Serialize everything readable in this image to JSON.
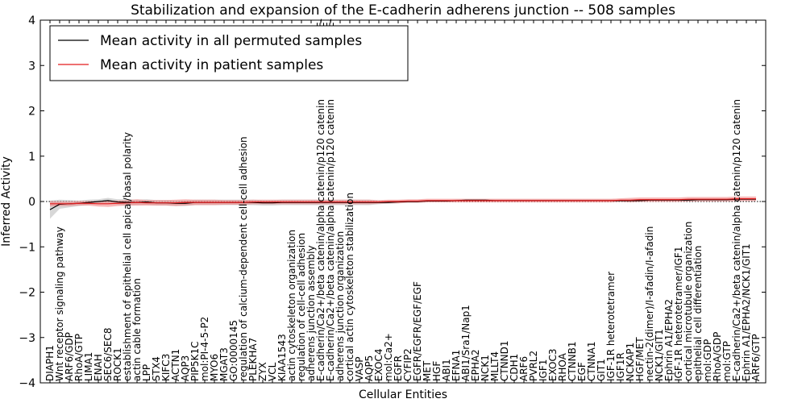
{
  "chart_data": {
    "type": "line",
    "title": "Stabilization and expansion of the E-cadherin adherens junction -- 508 samples",
    "xlabel": "Cellular Entities",
    "ylabel": "Inferred Activity",
    "ylim": [
      -4,
      4
    ],
    "yticks": [
      "−4",
      "−3",
      "−2",
      "−1",
      "0",
      "1",
      "2",
      "3",
      "4"
    ],
    "legend": {
      "placement": "top-left"
    },
    "colors": {
      "permuted": "#000000",
      "patient": "#e31a1c",
      "band_permuted": "#bdbdbd",
      "band_patient": "#f08080"
    },
    "categories": [
      "DIAPH1",
      "Wnt receptor signaling pathway",
      "ARF6/GDP",
      "RhoA/GTP",
      "LIMA1",
      "ENAH",
      "SEC6/SEC8",
      "ROCK1",
      "establishment of epithelial cell apical/basal polarity",
      "actin cable formation",
      "LPP",
      "STX4",
      "KIFC3",
      "ACTN1",
      "AQP3",
      "PIP5K1C",
      "mol:PI-4-5-P2",
      "MYO6",
      "MGAT3",
      "GO:0000145",
      "regulation of calcium-dependent cell-cell adhesion",
      "PLEKHA7",
      "ZYX",
      "VCL",
      "KIAA1543",
      "actin cytoskeleton organization",
      "regulation of cell-cell adhesion",
      "adherens junction assembly",
      "E-cadherin/Ca2+/beta catenin/alpha catenin/p120 catenin",
      "E-cadherin/Ca2+/beta catenin/alpha catenin/p120 catenin",
      "adherens junction organization",
      "cortical actin cytoskeleton stabilization",
      "VASP",
      "AQP5",
      "EXOC4",
      "mol:Ca2+",
      "EGFR",
      "CYFIP2",
      "EGFR/EGFR/EGF/EGF",
      "MET",
      "HGF",
      "ABI1",
      "EFNA1",
      "ABI1/Sra1/Nap1",
      "EPHA2",
      "NCK1",
      "MLLT4",
      "CTNND1",
      "CDH1",
      "ARF6",
      "PVRL2",
      "IGF1",
      "EXOC3",
      "RHOA",
      "CTNNB1",
      "EGF",
      "CTNNA1",
      "GIT1",
      "IGF-1R heterotetramer",
      "IGF1R",
      "NCKAP1",
      "HGF/MET",
      "nectin-2(dimer)/I-afadin/I-afadin",
      "NCK1/GIT1",
      "Ephrin A1/EPHA2",
      "IGF-1R heterotetramer/IGF1",
      "cortical microtubule organization",
      "epithelial cell differentiation",
      "mol:GDP",
      "RhoA/GDP",
      "mol:GTP",
      "E-cadherin/Ca2+/beta catenin/alpha catenin/p120 catenin",
      "Ephrin A1/EPHA2/NCK1/GIT1",
      "ARF6/GTP"
    ],
    "top_labels": [
      "nectin-2(dimer)/I-afadin/I-afadin",
      "E-cadherin/Ca2+/beta catenin/alpha catenin/p120 catenin"
    ],
    "series": [
      {
        "name": "Mean activity in all permuted samples",
        "values": [
          -0.18,
          -0.06,
          -0.05,
          -0.04,
          -0.02,
          0.0,
          0.02,
          -0.01,
          -0.02,
          -0.02,
          -0.01,
          -0.03,
          -0.03,
          -0.04,
          -0.04,
          -0.02,
          -0.02,
          -0.02,
          -0.02,
          -0.02,
          -0.02,
          -0.02,
          -0.03,
          -0.03,
          -0.02,
          -0.02,
          -0.02,
          -0.02,
          -0.02,
          -0.02,
          -0.02,
          -0.02,
          -0.02,
          -0.02,
          -0.02,
          -0.02,
          -0.01,
          0.0,
          0.0,
          0.01,
          0.01,
          0.01,
          0.02,
          0.03,
          0.03,
          0.03,
          0.02,
          0.02,
          0.02,
          0.02,
          0.02,
          0.02,
          0.02,
          0.02,
          0.02,
          0.02,
          0.02,
          0.02,
          0.02,
          0.02,
          0.02,
          0.02,
          0.03,
          0.03,
          0.03,
          0.03,
          0.03,
          0.04,
          0.04,
          0.04,
          0.04,
          0.05,
          0.05,
          0.05
        ],
        "band": [
          0.2,
          0.1,
          0.08,
          0.06,
          0.06,
          0.05,
          0.06,
          0.06,
          0.07,
          0.06,
          0.06,
          0.06,
          0.06,
          0.06,
          0.06,
          0.06,
          0.06,
          0.06,
          0.06,
          0.06,
          0.06,
          0.06,
          0.06,
          0.06,
          0.06,
          0.06,
          0.06,
          0.06,
          0.06,
          0.06,
          0.06,
          0.06,
          0.06,
          0.06,
          0.04,
          0.03,
          0.03,
          0.02,
          0.02,
          0.02,
          0.02,
          0.02,
          0.02,
          0.02,
          0.02,
          0.02,
          0.02,
          0.02,
          0.02,
          0.02,
          0.02,
          0.02,
          0.02,
          0.02,
          0.02,
          0.02,
          0.02,
          0.02,
          0.02,
          0.02,
          0.02,
          0.02,
          0.02,
          0.02,
          0.02,
          0.02,
          0.02,
          0.02,
          0.02,
          0.02,
          0.02,
          0.02,
          0.02,
          0.02
        ]
      },
      {
        "name": "Mean activity in patient samples",
        "values": [
          -0.05,
          -0.05,
          -0.05,
          -0.04,
          -0.04,
          -0.05,
          -0.05,
          -0.04,
          -0.03,
          -0.02,
          -0.03,
          -0.03,
          -0.03,
          -0.03,
          -0.02,
          -0.02,
          -0.02,
          -0.02,
          -0.02,
          -0.02,
          -0.02,
          -0.01,
          -0.01,
          -0.01,
          -0.01,
          -0.01,
          -0.01,
          -0.01,
          -0.01,
          -0.01,
          -0.01,
          -0.01,
          -0.01,
          -0.01,
          -0.01,
          0.0,
          0.0,
          0.01,
          0.01,
          0.02,
          0.02,
          0.02,
          0.02,
          0.02,
          0.02,
          0.02,
          0.02,
          0.02,
          0.02,
          0.02,
          0.02,
          0.02,
          0.02,
          0.02,
          0.02,
          0.02,
          0.02,
          0.02,
          0.02,
          0.03,
          0.03,
          0.04,
          0.04,
          0.04,
          0.04,
          0.04,
          0.05,
          0.05,
          0.05,
          0.05,
          0.05,
          0.06,
          0.06,
          0.06
        ],
        "band": [
          0.06,
          0.05,
          0.05,
          0.05,
          0.05,
          0.06,
          0.07,
          0.06,
          0.06,
          0.07,
          0.06,
          0.06,
          0.06,
          0.07,
          0.07,
          0.06,
          0.06,
          0.06,
          0.05,
          0.05,
          0.05,
          0.05,
          0.05,
          0.05,
          0.05,
          0.05,
          0.05,
          0.05,
          0.05,
          0.05,
          0.05,
          0.05,
          0.05,
          0.05,
          0.04,
          0.04,
          0.04,
          0.04,
          0.04,
          0.04,
          0.04,
          0.04,
          0.04,
          0.04,
          0.04,
          0.04,
          0.04,
          0.04,
          0.04,
          0.04,
          0.04,
          0.04,
          0.04,
          0.04,
          0.04,
          0.04,
          0.04,
          0.04,
          0.04,
          0.04,
          0.05,
          0.05,
          0.05,
          0.05,
          0.05,
          0.05,
          0.05,
          0.05,
          0.05,
          0.05,
          0.05,
          0.05,
          0.05,
          0.05
        ]
      }
    ]
  }
}
